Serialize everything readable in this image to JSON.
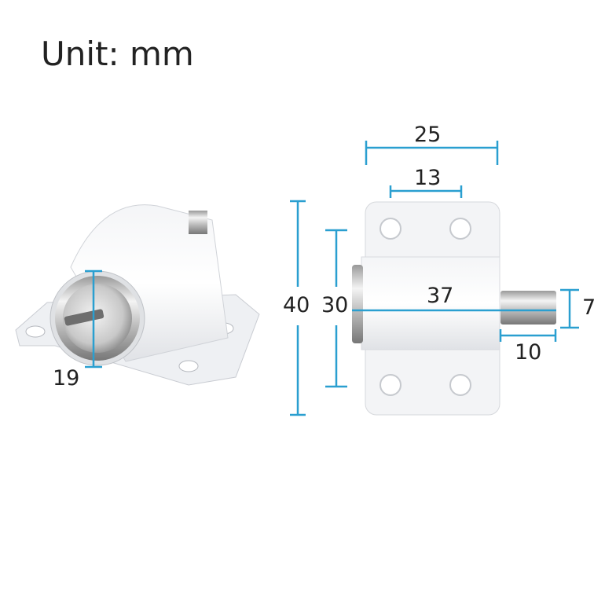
{
  "title": "Unit: mm",
  "dimension_color": "#2a9fd0",
  "dimensions": {
    "key_diameter": "19",
    "plate_width": "25",
    "hole_spacing_horizontal": "13",
    "plate_height": "40",
    "hole_spacing_vertical": "30",
    "total_length": "37",
    "pin_diameter": "7",
    "pin_length": "10"
  }
}
